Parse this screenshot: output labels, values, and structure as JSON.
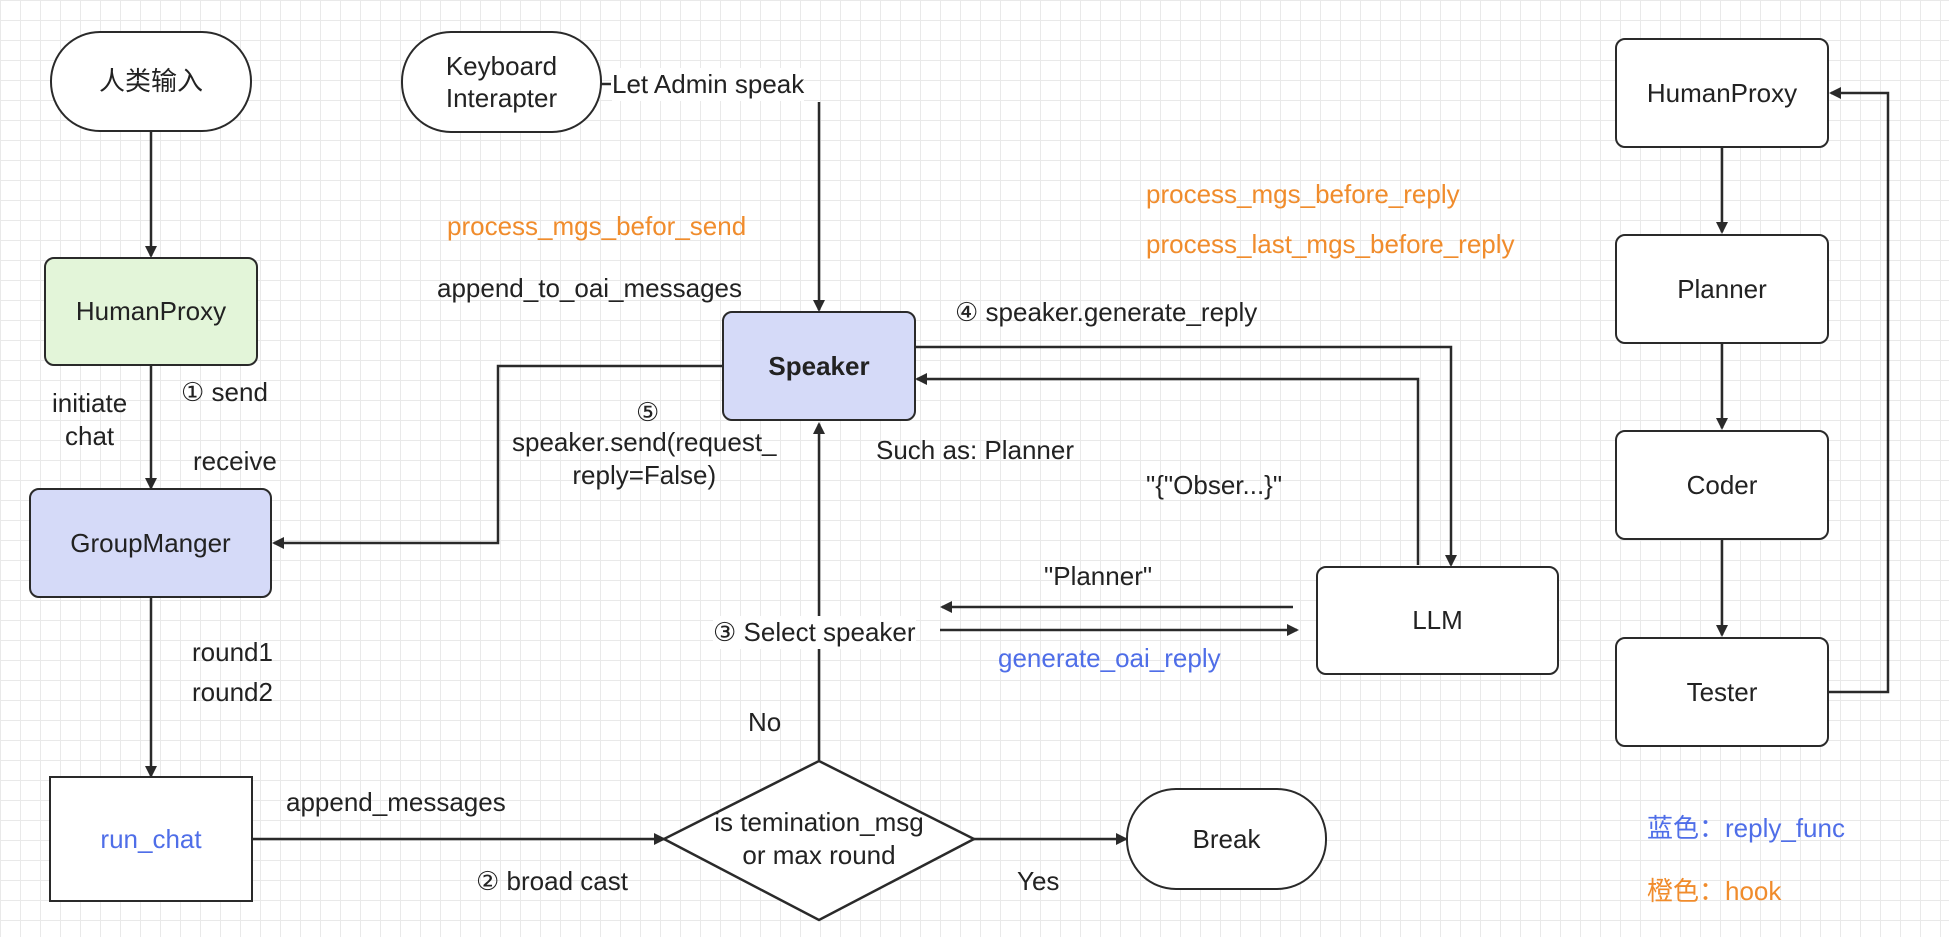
{
  "colors": {
    "edge": "#2a2a2a",
    "green_fill": "#e3f5d9",
    "blue_fill": "#d5daf8",
    "orange_text": "#f08c2c",
    "blue_text": "#4f6ee8"
  },
  "nodes": {
    "human_input": "人类输入",
    "keyboard_interrupter": "Keyboard\nInterapter",
    "humanproxy_left": "HumanProxy",
    "group_manager": "GroupManger",
    "run_chat": "run_chat",
    "speaker": "Speaker",
    "decision": "is temination_msg\nor max round",
    "break": "Break",
    "llm": "LLM",
    "humanproxy_right": "HumanProxy",
    "planner": "Planner",
    "coder": "Coder",
    "tester": "Tester"
  },
  "labels": {
    "let_admin_speak": "Let Admin speak",
    "process_mgs_befor_send": "process_mgs_befor_send",
    "append_to_oai_messages": "append_to_oai_messages",
    "process_mgs_before_reply": "process_mgs_before_reply",
    "process_last_mgs_before_reply": "process_last_mgs_before_reply",
    "step4_generate_reply": "④ speaker.generate_reply",
    "step1_send": "① send",
    "initiate_chat": "initiate\nchat",
    "receive": "receive",
    "step5_num": "⑤",
    "step5_send": "speaker.send(request_\nreply=False)",
    "such_as_planner": "Such as: Planner",
    "obser": "\"{\"Obser...}\"",
    "planner_quoted": "\"Planner\"",
    "step3_select_speaker": "③ Select speaker",
    "generate_oai_reply": "generate_oai_reply",
    "round1": "round1",
    "round2": "round2",
    "no": "No",
    "yes": "Yes",
    "append_messages": "append_messages",
    "step2_broadcast": "② broad cast"
  },
  "legend": {
    "blue": "蓝色：reply_func",
    "orange": "橙色：hook"
  }
}
